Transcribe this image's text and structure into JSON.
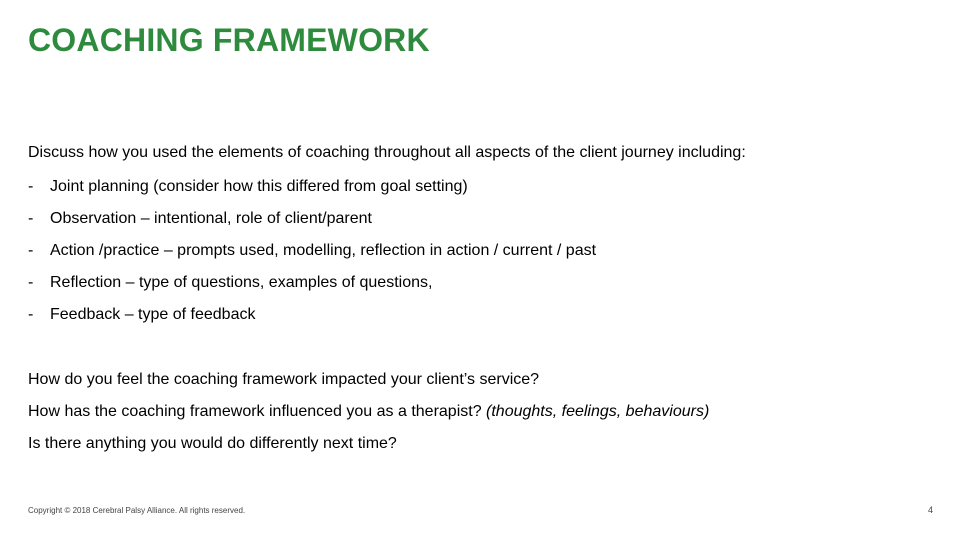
{
  "slide": {
    "title": "COACHING FRAMEWORK",
    "title_color": "#2e8b3e",
    "intro": "Discuss how you used the elements of coaching throughout all aspects of the client journey including:",
    "bullet_marker": "-",
    "bullets": [
      "Joint planning (consider how this differed from goal setting)",
      "Observation – intentional, role of client/parent",
      "Action /practice – prompts used, modelling, reflection in action / current / past",
      "Reflection – type of questions, examples of questions,",
      "Feedback – type of feedback"
    ],
    "questions": {
      "q1": "How do you feel the coaching framework impacted your client’s service?",
      "q2_text": "How has the coaching framework influenced you as a therapist? ",
      "q2_italic": "(thoughts, feelings, behaviours)",
      "q3": "Is there anything you would do differently next time?"
    },
    "footer": "Copyright © 2018 Cerebral Palsy Alliance. All rights reserved.",
    "page_number": "4"
  }
}
